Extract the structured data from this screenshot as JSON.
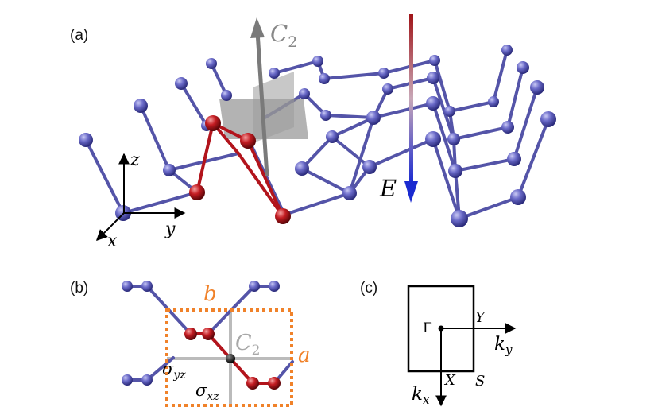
{
  "panel_a": {
    "label": "(a)",
    "axis_x": "x",
    "axis_y": "y",
    "axis_z": "z",
    "c2_symbol": "C",
    "c2_sub": "2",
    "field_symbol": "E"
  },
  "panel_b": {
    "label": "(b)",
    "lattice_a": "a",
    "lattice_b": "b",
    "c2_symbol": "C",
    "c2_sub": "2",
    "sigma_yz_symbol": "σ",
    "sigma_yz_sub": "yz",
    "sigma_xz_symbol": "σ",
    "sigma_xz_sub": "xz"
  },
  "panel_c": {
    "label": "(c)",
    "gamma": "Γ",
    "point_y": "Y",
    "point_x": "X",
    "point_s": "S",
    "ky_symbol": "k",
    "ky_sub": "y",
    "kx_symbol": "k",
    "kx_sub": "x"
  },
  "colors": {
    "atom_blue": "#5a5ab4",
    "atom_red": "#b2141c",
    "bond_blue": "#5454a8",
    "cell_orange": "#f0822a",
    "mirror_gray": "#9a9a9a",
    "c2_arrow_gray": "#7a7a7a",
    "field_top": "#a01418",
    "field_bottom": "#1a2ad0"
  }
}
